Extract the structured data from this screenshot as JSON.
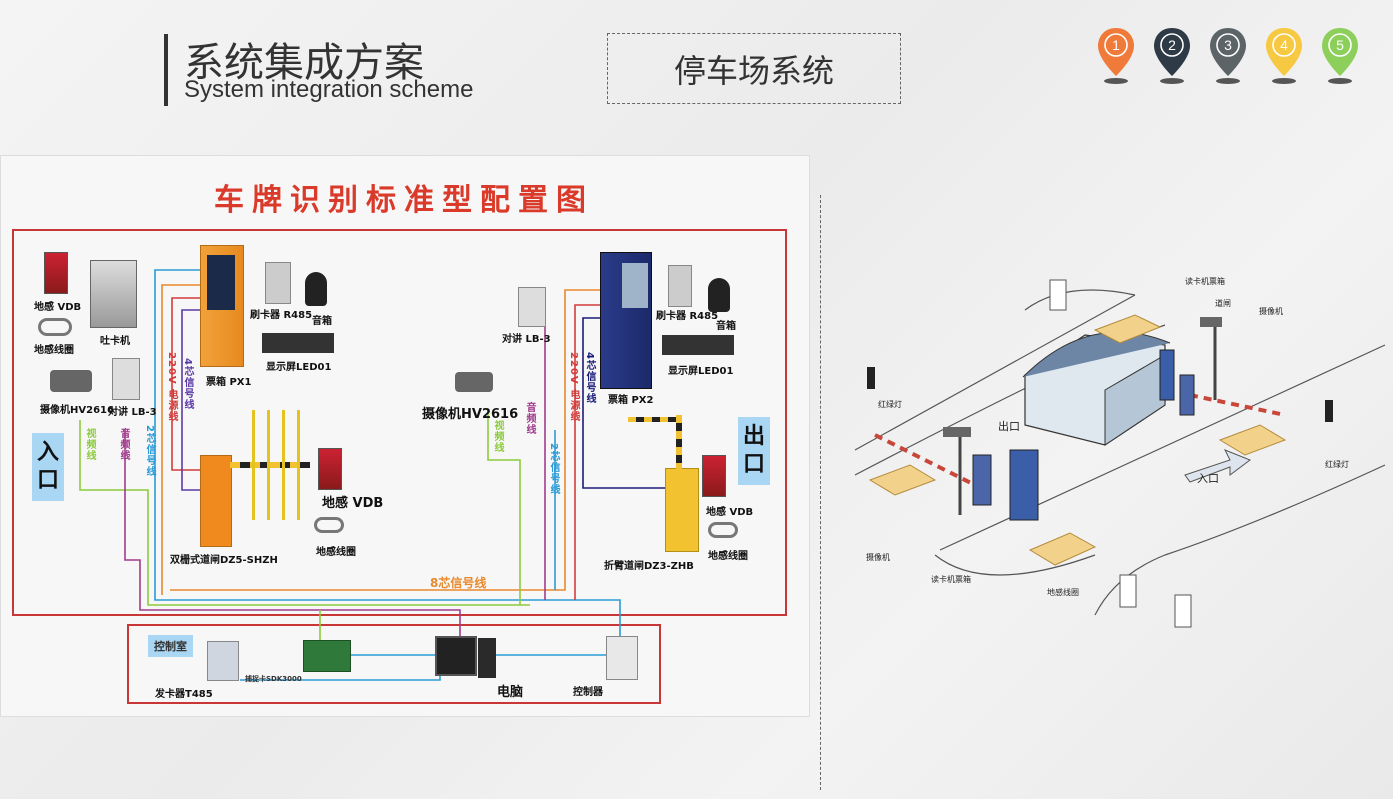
{
  "header": {
    "title_cn": "系统集成方案",
    "title_en": "System integration scheme",
    "tag": "停车场系统"
  },
  "nav_pins": [
    {
      "label": "1",
      "color": "#f07a3a"
    },
    {
      "label": "2",
      "color": "#2e3a46"
    },
    {
      "label": "3",
      "color": "#5d6468"
    },
    {
      "label": "4",
      "color": "#f7c842"
    },
    {
      "label": "5",
      "color": "#8ccf5a"
    }
  ],
  "diagram": {
    "title": "车牌识别标准型配置图",
    "entrance_sign": "入口",
    "exit_sign": "出口",
    "entrance": {
      "vdb1": "地感 VDB",
      "loop1": "地感线圈",
      "card_dispenser": "吐卡机",
      "camera": "摄像机HV2616",
      "intercom": "对讲 LB-3",
      "ticket_box": "票箱 PX1",
      "card_reader": "刷卡器 R485",
      "speaker": "音箱",
      "led": "显示屏LED01",
      "barrier": "双栅式道闸DZ5-SHZH",
      "vdb2": "地感 VDB",
      "loop2": "地感线圈",
      "line_power": "220V 电源线",
      "line_4core": "4芯信号线",
      "line_video": "视频线",
      "line_audio": "音频线",
      "line_2core": "2芯信号线"
    },
    "exit": {
      "intercom": "对讲 LB-3",
      "camera": "摄像机HV2616",
      "ticket_box": "票箱 PX2",
      "card_reader": "刷卡器 R485",
      "speaker": "音箱",
      "led": "显示屏LED01",
      "barrier": "折臂道闸DZ3-ZHB",
      "vdb": "地感 VDB",
      "loop": "地感线圈",
      "line_power": "220V 电源线",
      "line_4core": "4芯信号线",
      "line_video": "视频线",
      "line_audio": "音频线",
      "line_2core": "2芯信号线"
    },
    "line_8core": "8芯信号线",
    "control": {
      "room": "控制室",
      "issuer": "发卡器T485",
      "capture": "捕捉卡SDK3000",
      "pc": "电脑",
      "controller": "控制器"
    }
  },
  "scene": {
    "reader_box_top": "读卡机票箱",
    "barrier_top": "道闸",
    "camera_top": "摄像机",
    "light_left": "红绿灯",
    "light_right": "红绿灯",
    "exit_label": "出口",
    "entry_label": "入口",
    "camera_bottom": "摄像机",
    "reader_box_bottom": "读卡机票箱",
    "loop": "地感线圈"
  }
}
